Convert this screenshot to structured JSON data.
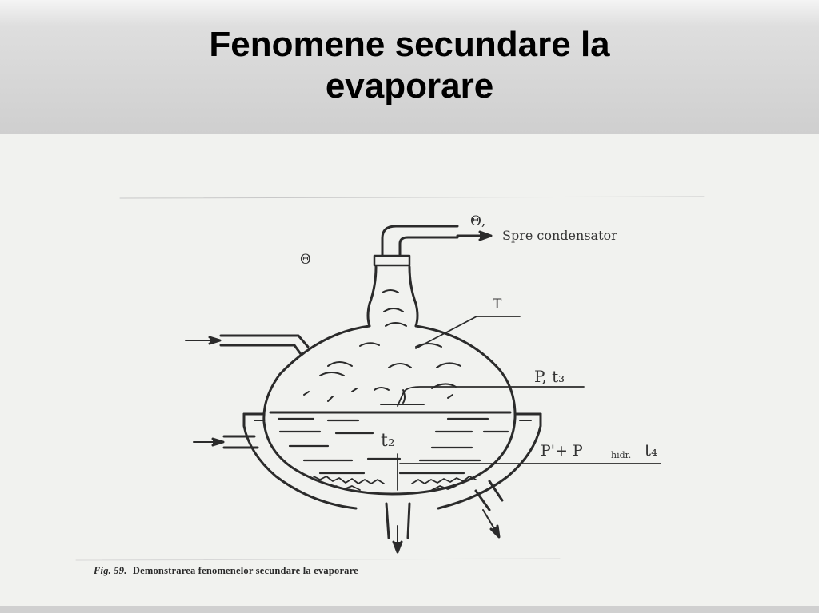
{
  "slide": {
    "title_line1": "Fenomene secundare la",
    "title_line2": "evaporare"
  },
  "diagram": {
    "labels": {
      "theta": "Θ",
      "theta1": "Θ,",
      "condenser": "Spre condensator",
      "T": "T",
      "p_t3": "P, t₃",
      "t2": "t₂",
      "pressure": "P'+ P",
      "hidr": "hidr.",
      "t4": "t₄"
    },
    "caption": {
      "fig": "Fig. 59.",
      "text": "Demonstrarea fenomenelor secundare la evaporare"
    }
  },
  "colors": {
    "title_band": "#cfcfcf",
    "scan_background": "#f1f2ef",
    "ink": "#2b2b2b"
  }
}
